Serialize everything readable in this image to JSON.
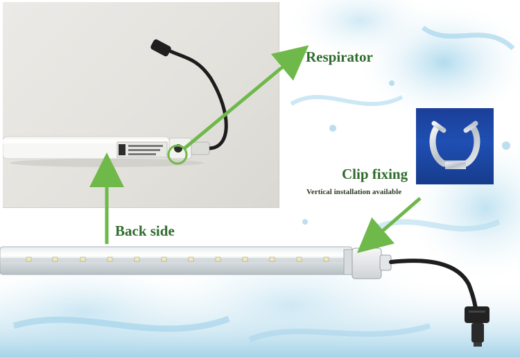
{
  "labels": {
    "respirator": "Respirator",
    "clip_fixing": "Clip fixing",
    "vertical_installation": "Vertical installation available",
    "back_side": "Back side"
  },
  "colors": {
    "label_green": "#2f6b2c",
    "arrow_green": "#6fb84a",
    "clip_tile_blue": "#1f4fb3",
    "water_blue": "#bfe0f0"
  },
  "icons": {
    "respirator_marker": "circle-highlight",
    "clip": "metal-clip-icon"
  }
}
